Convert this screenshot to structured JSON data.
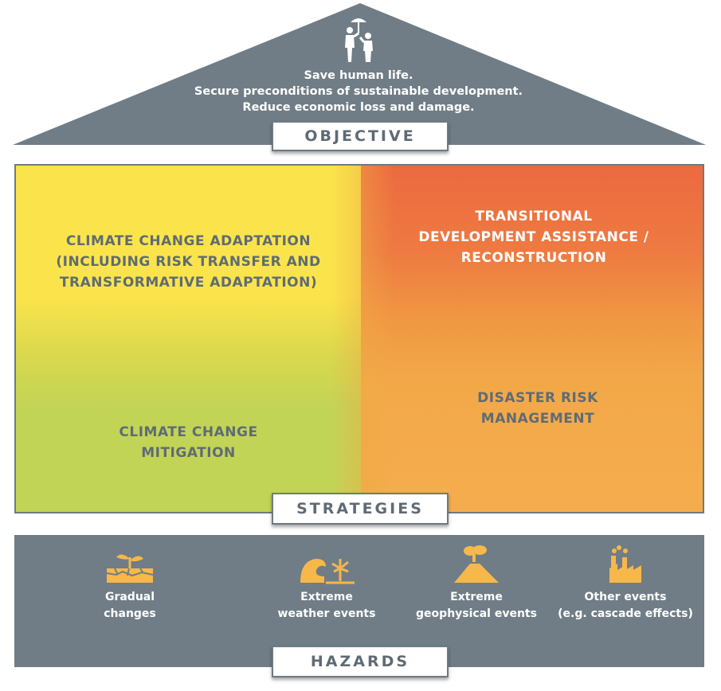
{
  "objective": {
    "lines": [
      "Save human life.",
      "Secure preconditions of sustainable development.",
      "Reduce economic loss and damage."
    ],
    "label": "OBJECTIVE",
    "icon": "people-umbrella-icon"
  },
  "strategies": {
    "label": "STRATEGIES",
    "quadrants": {
      "top_left": [
        "CLIMATE CHANGE ADAPTATION",
        "(INCLUDING RISK TRANSFER AND",
        "TRANSFORMATIVE ADAPTATION)"
      ],
      "top_right": [
        "TRANSITIONAL",
        "DEVELOPMENT ASSISTANCE /",
        "RECONSTRUCTION"
      ],
      "bottom_left": [
        "CLIMATE CHANGE",
        "MITIGATION"
      ],
      "bottom_right": [
        "DISASTER RISK",
        "MANAGEMENT"
      ]
    },
    "colors": {
      "yellow": "#fbe44b",
      "green": "#c2d456",
      "red": "#ec6a40",
      "orange": "#f4ad4d"
    }
  },
  "hazards": {
    "label": "HAZARDS",
    "items": [
      {
        "icon": "dry-soil-sprout-icon",
        "lines": [
          "Gradual",
          "changes"
        ]
      },
      {
        "icon": "wave-storm-icon",
        "lines": [
          "Extreme",
          "weather events"
        ]
      },
      {
        "icon": "volcano-icon",
        "lines": [
          "Extreme",
          "geophysical events"
        ]
      },
      {
        "icon": "factory-icon",
        "lines": [
          "Other events",
          "(e.g. cascade effects)"
        ]
      }
    ],
    "icon_color": "#f6b84a"
  },
  "colors": {
    "slate": "#707d86",
    "text": "#5f6b74"
  }
}
